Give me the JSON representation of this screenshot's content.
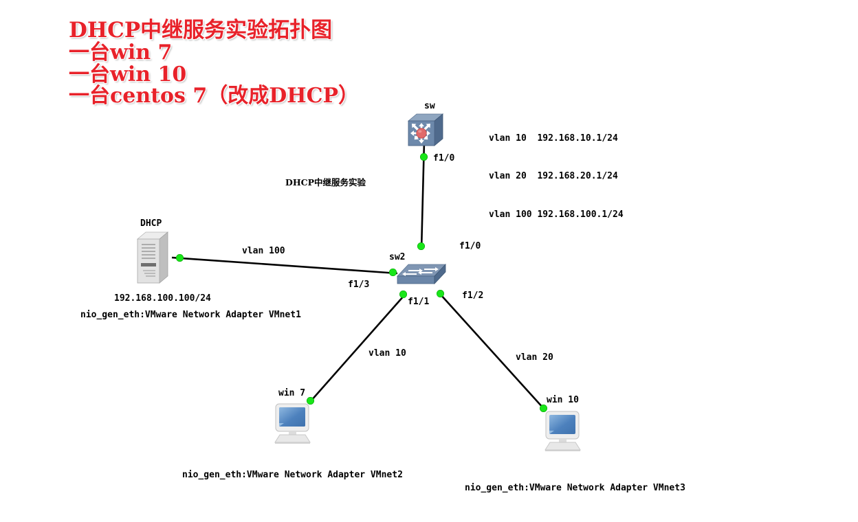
{
  "title": {
    "line1": "DHCP中继服务实验拓扑图",
    "line2": "一台win 7",
    "line3": "一台win 10",
    "line4": "一台centos 7（改成DHCP）",
    "color": "#e8222a"
  },
  "annotations": {
    "center_note": "DHCP中继服务实验",
    "vlan_table": "vlan 10  192.168.10.1/24\nvlan 20  192.168.20.1/24\nvlan 100 192.168.100.1/24",
    "vlan_rows": [
      "vlan 10  192.168.10.1/24",
      "vlan 20  192.168.20.1/24",
      "vlan 100 192.168.100.1/24"
    ]
  },
  "nodes": {
    "router": {
      "label": "sw",
      "type": "router-icon"
    },
    "switch": {
      "label": "sw2",
      "type": "switch-icon"
    },
    "server": {
      "label": "DHCP",
      "type": "server-icon",
      "ip": "192.168.100.100/24",
      "adapter": "nio_gen_eth:VMware Network Adapter VMnet1"
    },
    "pc_win7": {
      "label": "win 7",
      "type": "pc-icon",
      "adapter": "nio_gen_eth:VMware Network Adapter VMnet2"
    },
    "pc_win10": {
      "label": "win 10",
      "type": "pc-icon",
      "adapter": "nio_gen_eth:VMware Network Adapter VMnet3"
    }
  },
  "interfaces": {
    "router_f1_0": "f1/0",
    "switch_f1_0": "f1/0",
    "switch_f1_1": "f1/1",
    "switch_f1_2": "f1/2",
    "switch_f1_3": "f1/3"
  },
  "link_labels": {
    "server_to_switch": "vlan 100",
    "switch_to_win7": "vlan 10",
    "switch_to_win10": "vlan 20"
  },
  "colors": {
    "background": "#ffffff",
    "link": "#000000",
    "dot": "#19e619",
    "device_blue": "#6b86a8",
    "device_blue_dark": "#4a6384",
    "router_core": "#e05a5a",
    "server_gray": "#d9d9d9",
    "screen_blue": "#4a7fc1"
  }
}
